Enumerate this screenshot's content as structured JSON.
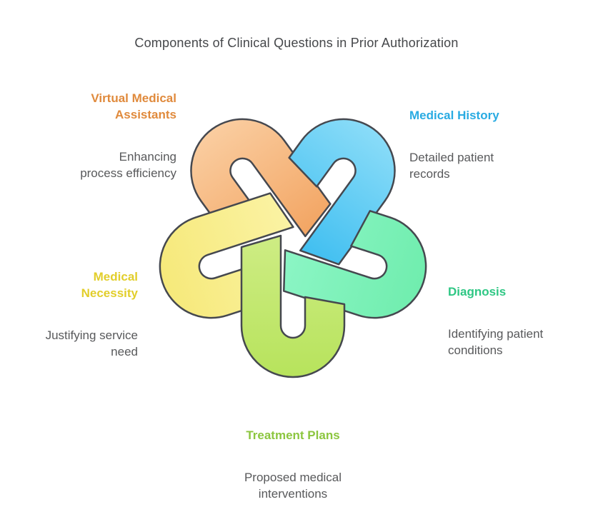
{
  "title": "Components of Clinical Questions in Prior Authorization",
  "nodes": [
    {
      "id": "virtual-medical-assistants",
      "label": "Virtual Medical\nAssistants",
      "description": "Enhancing\nprocess efficiency",
      "accent": "#E08A3C"
    },
    {
      "id": "medical-history",
      "label": "Medical History",
      "description": "Detailed patient\nrecords",
      "accent": "#29ABE2"
    },
    {
      "id": "diagnosis",
      "label": "Diagnosis",
      "description": "Identifying patient\nconditions",
      "accent": "#2EC784"
    },
    {
      "id": "medical-necessity",
      "label": "Medical\nNecessity",
      "description": "Justifying service\nneed",
      "accent": "#E2CE2B"
    },
    {
      "id": "treatment-plans",
      "label": "Treatment Plans",
      "description": "Proposed medical\ninterventions",
      "accent": "#8CC63F"
    }
  ],
  "knot": {
    "outline": "#45484F",
    "loops": [
      {
        "id": "virtual-medical-assistants",
        "tip": "#F2A360",
        "head": "#FACDA0"
      },
      {
        "id": "medical-history",
        "tip": "#3CBDF0",
        "head": "#8ADCF8"
      },
      {
        "id": "diagnosis",
        "tip": "#8DF6C6",
        "head": "#70EDAE"
      },
      {
        "id": "medical-necessity",
        "tip": "#FBF3A6",
        "head": "#F6E97A"
      },
      {
        "id": "treatment-plans",
        "tip": "#CFED86",
        "head": "#B7E35C"
      }
    ]
  }
}
